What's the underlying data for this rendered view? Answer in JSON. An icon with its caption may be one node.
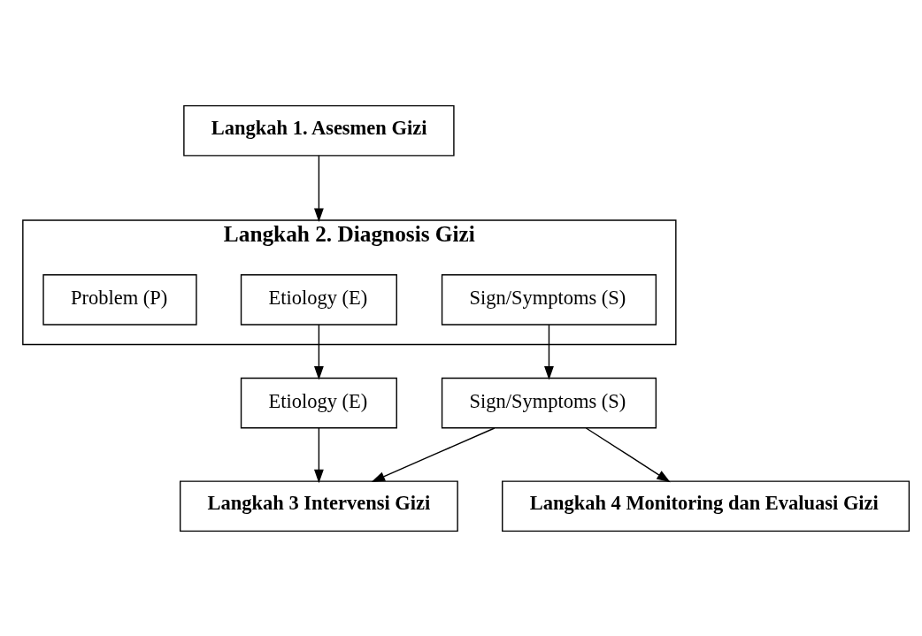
{
  "diagram": {
    "nodes": [
      {
        "text": [
          "Langkah 1. Asesmen Gizi"
        ]
      },
      {
        "text": [
          "Langkah 2. Diagnosis Gizi"
        ]
      },
      {
        "text": [
          "Problem (P)"
        ],
        "in": 1
      },
      {
        "text": [
          "Etiology (E)"
        ],
        "in": 1
      },
      {
        "text": [
          "Sign/Symptoms (S)"
        ],
        "in": 1
      },
      {
        "text": [
          "Etiology (E)"
        ]
      },
      {
        "text": [
          "Sign/Symptoms (S)"
        ]
      },
      {
        "text": [
          "Langkah 3 Intervensi Gizi"
        ]
      },
      {
        "text": [
          "Langkah 4 Monitoring dan Evaluasi Gizi"
        ]
      }
    ],
    "edges": [
      {
        "from": 0,
        "to": 1,
        "arrow": "to"
      },
      {
        "from": 3,
        "to": 5,
        "arrow": "to"
      },
      {
        "from": 4,
        "to": 6,
        "arrow": "to"
      },
      {
        "from": 5,
        "to": 7,
        "arrow": "to"
      },
      {
        "from": 6,
        "to": 7,
        "arrow": "to"
      },
      {
        "from": 6,
        "to": 8,
        "arrow": "to"
      }
    ]
  }
}
